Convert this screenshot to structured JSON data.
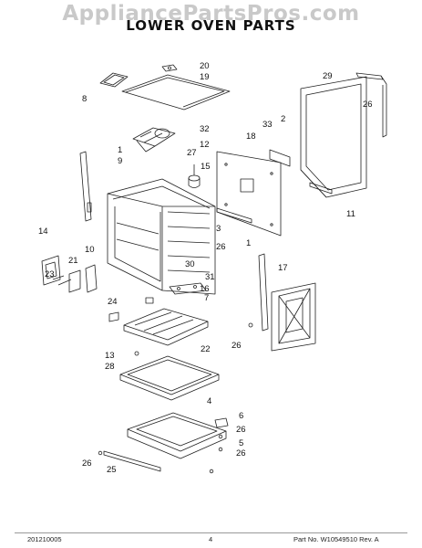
{
  "watermark": "AppliancePartsPros.com",
  "title": "LOWER OVEN PARTS",
  "callouts": [
    {
      "id": "20",
      "text": "20"
    },
    {
      "id": "19",
      "text": "19"
    },
    {
      "id": "8",
      "text": "8"
    },
    {
      "id": "29",
      "text": "29"
    },
    {
      "id": "26a",
      "text": "26"
    },
    {
      "id": "2",
      "text": "2"
    },
    {
      "id": "33",
      "text": "33"
    },
    {
      "id": "32",
      "text": "32"
    },
    {
      "id": "12",
      "text": "12"
    },
    {
      "id": "18",
      "text": "18"
    },
    {
      "id": "27",
      "text": "27"
    },
    {
      "id": "15",
      "text": "15"
    },
    {
      "id": "1a",
      "text": "1"
    },
    {
      "id": "9",
      "text": "9"
    },
    {
      "id": "11",
      "text": "11"
    },
    {
      "id": "3",
      "text": "3"
    },
    {
      "id": "26b",
      "text": "26"
    },
    {
      "id": "14",
      "text": "14"
    },
    {
      "id": "10",
      "text": "10"
    },
    {
      "id": "1b",
      "text": "1"
    },
    {
      "id": "21",
      "text": "21"
    },
    {
      "id": "30",
      "text": "30"
    },
    {
      "id": "17",
      "text": "17"
    },
    {
      "id": "23",
      "text": "23"
    },
    {
      "id": "31",
      "text": "31"
    },
    {
      "id": "16",
      "text": "16"
    },
    {
      "id": "7",
      "text": "7"
    },
    {
      "id": "24",
      "text": "24"
    },
    {
      "id": "26c",
      "text": "26"
    },
    {
      "id": "13",
      "text": "13"
    },
    {
      "id": "28",
      "text": "28"
    },
    {
      "id": "22",
      "text": "22"
    },
    {
      "id": "4",
      "text": "4"
    },
    {
      "id": "6",
      "text": "6"
    },
    {
      "id": "26d",
      "text": "26"
    },
    {
      "id": "5",
      "text": "5"
    },
    {
      "id": "26e",
      "text": "26"
    },
    {
      "id": "26f",
      "text": "26"
    },
    {
      "id": "25",
      "text": "25"
    }
  ],
  "footer": {
    "left": "201210005",
    "page": "4",
    "part_no": "Part No.  W10549510  Rev. A"
  }
}
